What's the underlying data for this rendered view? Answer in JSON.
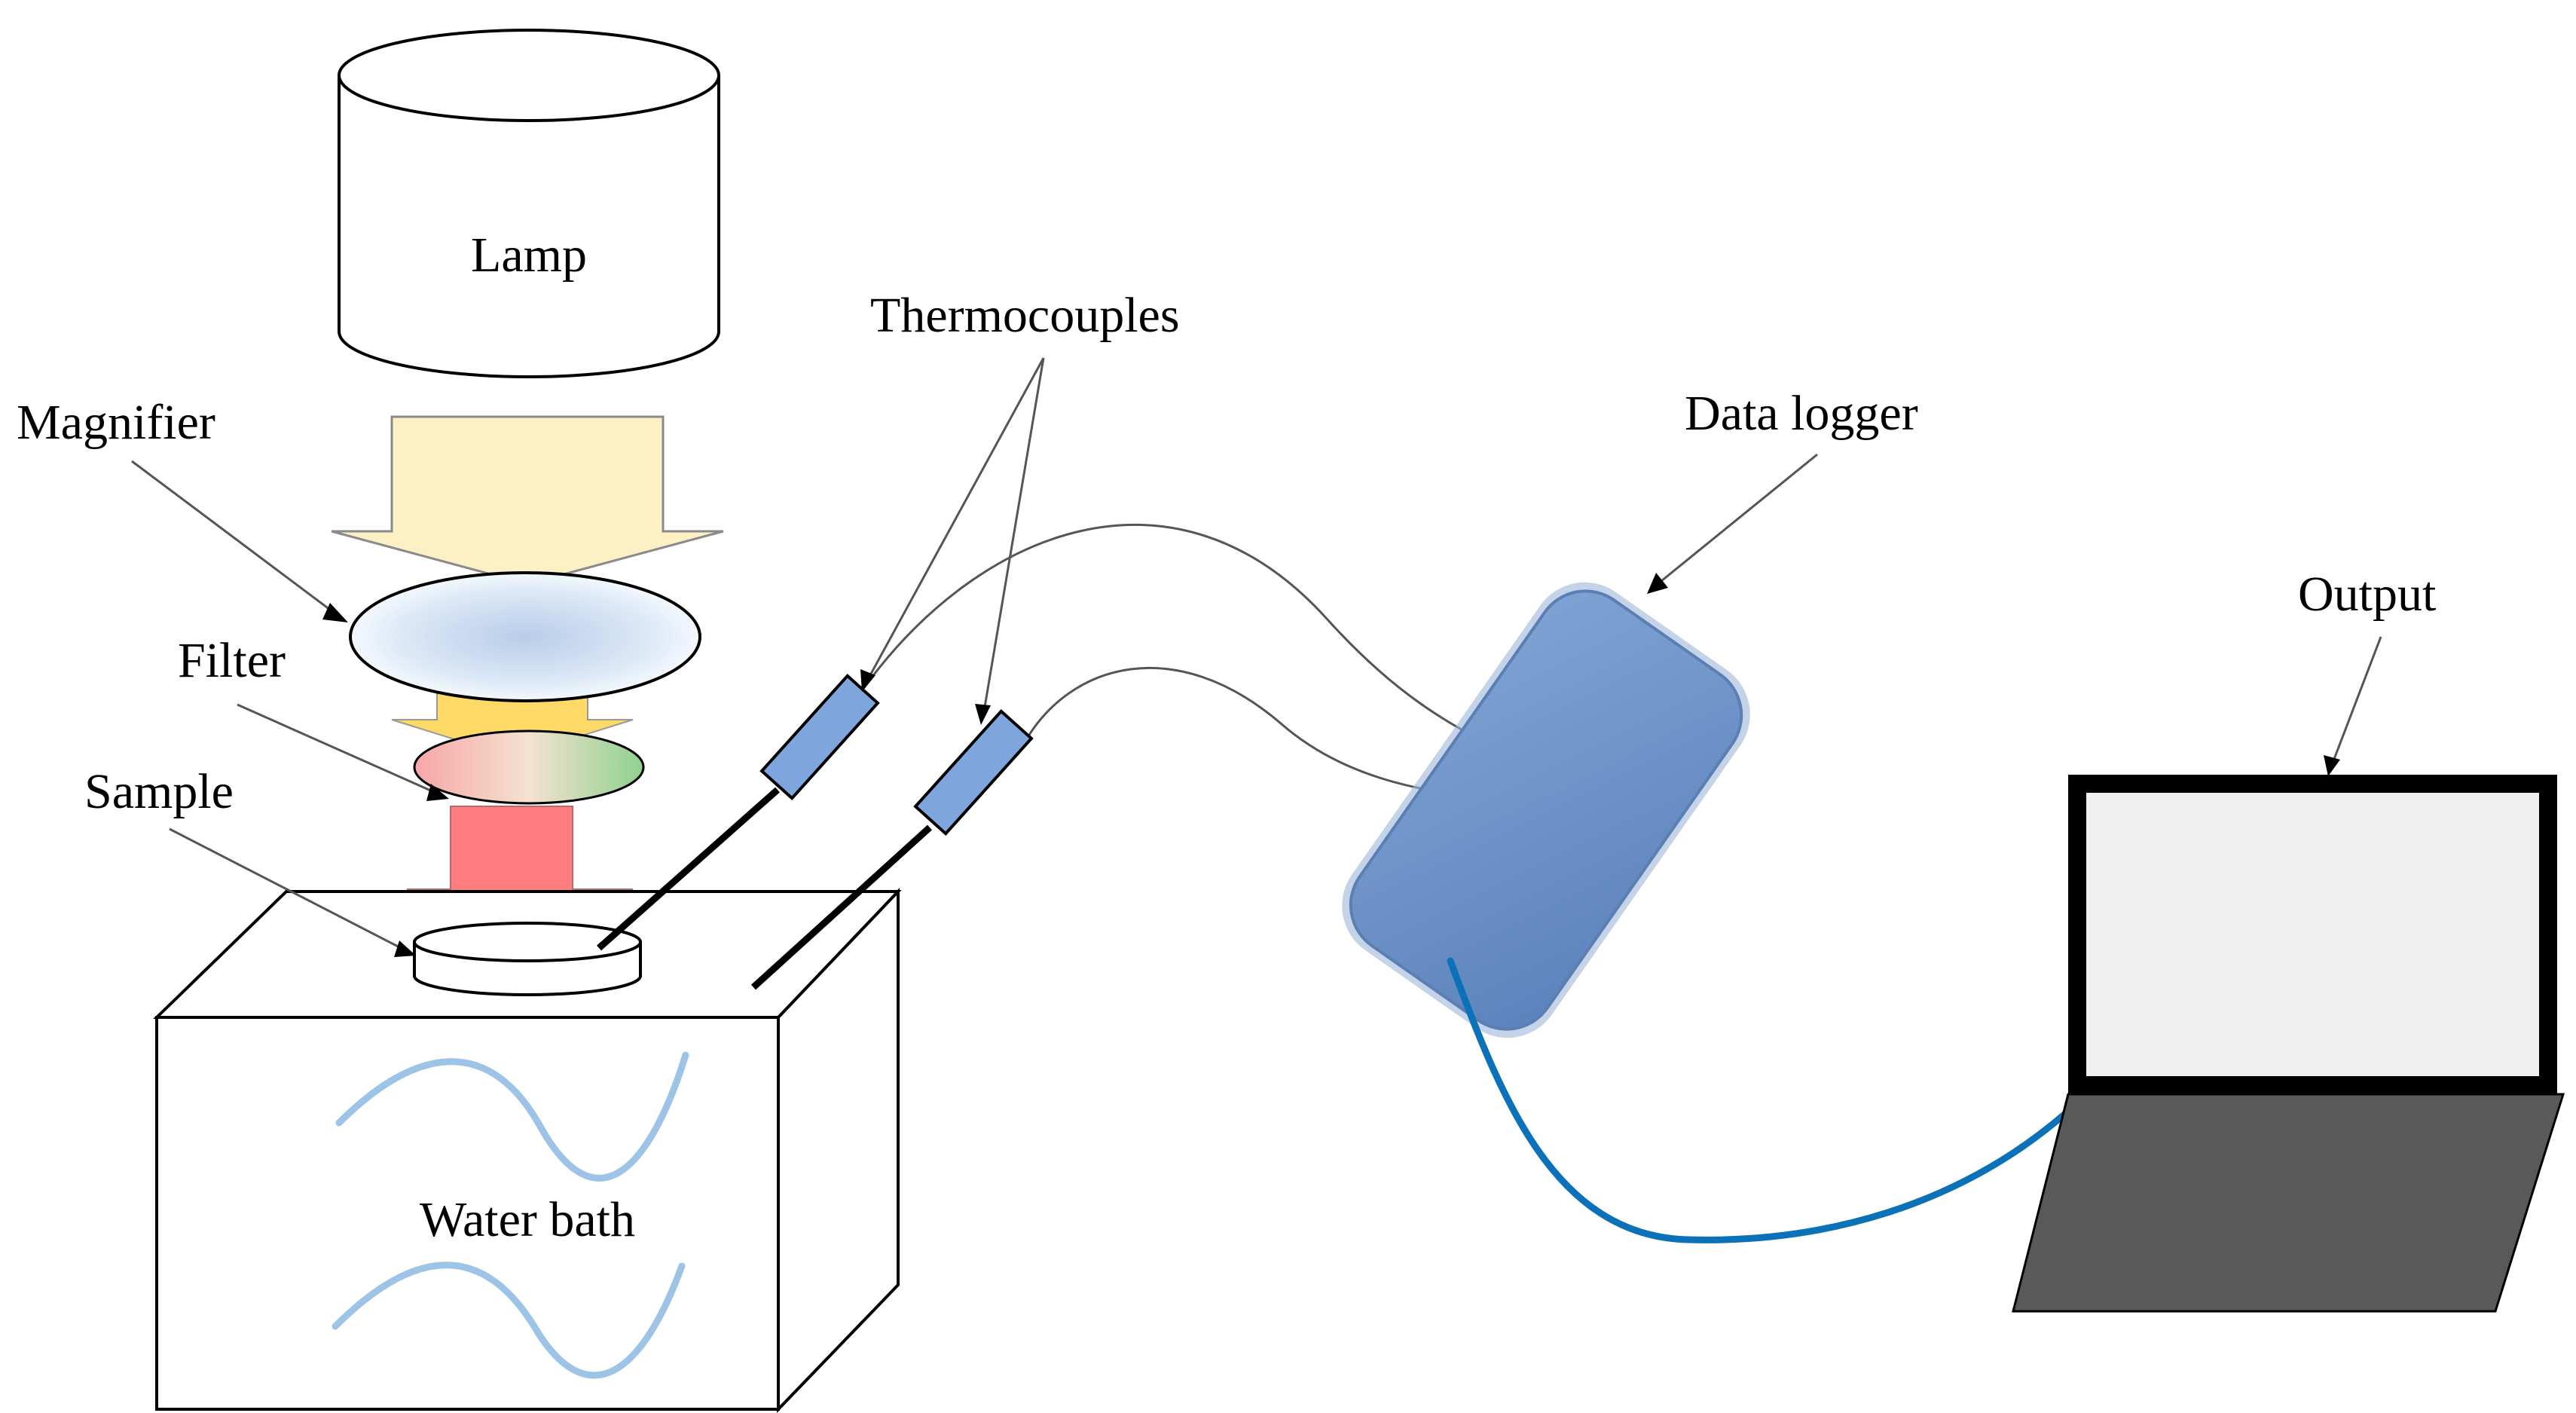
{
  "labels": {
    "lamp": "Lamp",
    "magnifier": "Magnifier",
    "filter": "Filter",
    "sample": "Sample",
    "water_bath": "Water bath",
    "thermocouples": "Thermocouples",
    "data_logger": "Data logger",
    "output": "Output"
  },
  "colors": {
    "light_beam": "#fdf0c4",
    "filtered_beam": "#ffd966",
    "red_beam": "#ff7c80",
    "lens": "#dbe8f6",
    "probe": "#7ea6dc",
    "logger": "#6f93c6",
    "usb_cable": "#0b72b9",
    "wave": "#9dc3e6",
    "screen": "#f0f0f0",
    "laptop_base": "#595959"
  }
}
